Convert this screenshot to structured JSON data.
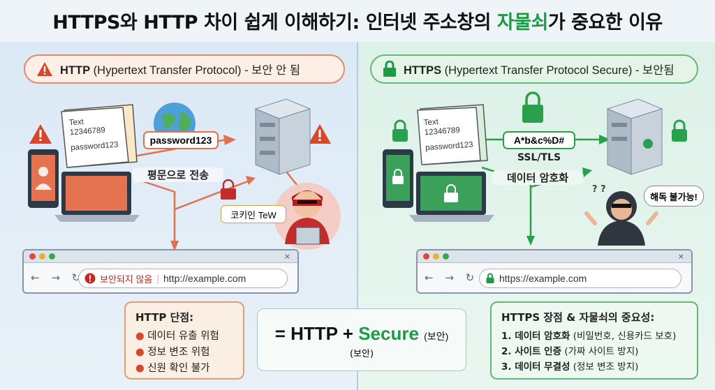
{
  "title": {
    "prefix": "HTTPS와 HTTP 차이 쉽게 이해하기: 인터넷 주소창의 ",
    "highlight": "자물쇠",
    "suffix": "가 중요한 이유"
  },
  "left": {
    "header_bold": "HTTP",
    "header_rest": " (Hypertext Transfer Protocol) - 보안 안 됨",
    "doc_lines": [
      "Text",
      "12346789",
      "password123"
    ],
    "data_bubble": "password123",
    "send_label": "평문으로 전송",
    "intercept_label": "코키인 TeW",
    "browser": {
      "warning": "보안되지 않음",
      "url": "http://example.com"
    },
    "cons": {
      "title": "HTTP 단점:",
      "items": [
        "데이터 유출 위험",
        "정보 변조 위험",
        "신원 확인 불가"
      ]
    }
  },
  "right": {
    "header_bold": "HTTPS",
    "header_rest": " (Hypertext Transfer Protocol Secure) - 보안됨",
    "doc_lines": [
      "Text",
      "12346789",
      "password123"
    ],
    "cipher_bubble": "A*b&c%D#",
    "ssl_label": "SSL/TLS",
    "encrypt_label": "데이터 암호화",
    "hacker_quote": "해독 불가능!",
    "hacker_q": "? ?",
    "browser": {
      "url": "https://example.com"
    },
    "pros": {
      "title": "HTTPS 장점 & 자물쇠의 중요성:",
      "items": [
        {
          "bold": "1. 데이터 암호화",
          "rest": " (비밀번호, 신용카드 보호)"
        },
        {
          "bold": "2. 사이트 인증",
          "rest": " (가짜 사이트 방지)"
        },
        {
          "bold": "3. 데이터 무결성",
          "rest": " (정보 변조 방지)"
        }
      ]
    }
  },
  "equation": {
    "prefix": "= HTTP + ",
    "secure": "Secure",
    "paren": "(보안)",
    "sub": "(보안)"
  },
  "colors": {
    "danger": "#d9472b",
    "secure": "#1e9a44"
  }
}
